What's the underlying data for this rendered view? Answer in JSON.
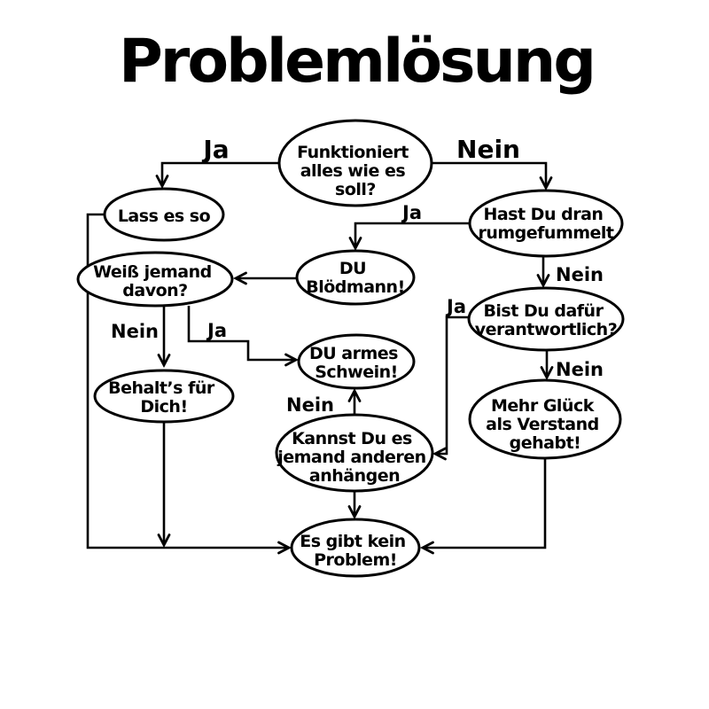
{
  "title": "Problemlösung",
  "colors": {
    "ink": "#000000",
    "background": "#ffffff"
  },
  "nodes": {
    "funktioniert": {
      "lines": [
        "Funktioniert",
        "alles wie es",
        "soll?"
      ]
    },
    "lass_es_so": {
      "lines": [
        "Lass es so"
      ]
    },
    "hast_du_dran": {
      "lines": [
        "Hast Du dran",
        "rumgefummelt"
      ]
    },
    "du_bloedmann": {
      "lines": [
        "DU",
        "Blödmann!"
      ]
    },
    "weiss_jemand": {
      "lines": [
        "Weiß jemand",
        "davon?"
      ]
    },
    "bist_du_dafuer": {
      "lines": [
        "Bist Du dafür",
        "verantwortlich?"
      ]
    },
    "behalts": {
      "lines": [
        "Behalt’s für",
        "Dich!"
      ]
    },
    "du_armes": {
      "lines": [
        "DU armes",
        "Schwein!"
      ]
    },
    "kannst_du": {
      "lines": [
        "Kannst Du es",
        "jemand anderen",
        "anhängen"
      ]
    },
    "mehr_glueck": {
      "lines": [
        "Mehr Glück",
        "als Verstand",
        "gehabt!"
      ]
    },
    "kein_problem": {
      "lines": [
        "Es gibt kein",
        "Problem!"
      ]
    }
  },
  "edge_labels": {
    "ja_top": "Ja",
    "nein_top": "Nein",
    "ja_hast": "Ja",
    "nein_hast": "Nein",
    "nein_weiss": "Nein",
    "ja_weiss": "Ja",
    "ja_bist": "Ja",
    "nein_bist": "Nein",
    "nein_kannst": "Nein"
  }
}
